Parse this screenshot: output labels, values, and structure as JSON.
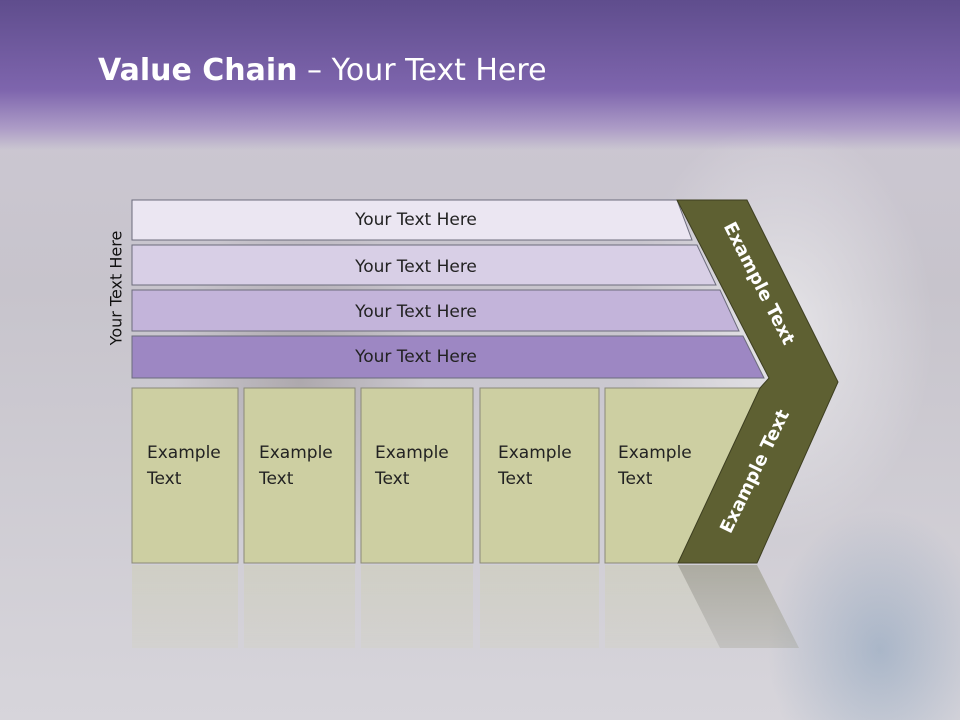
{
  "title": {
    "bold": "Value Chain",
    "rest": " – Your Text Here"
  },
  "side_label": "Your Text Here",
  "bars": [
    "Your Text Here",
    "Your Text Here",
    "Your Text Here",
    "Your Text Here"
  ],
  "boxes": [
    {
      "line1": "Example",
      "line2": "Text"
    },
    {
      "line1": "Example",
      "line2": "Text"
    },
    {
      "line1": "Example",
      "line2": "Text"
    },
    {
      "line1": "Example",
      "line2": "Text"
    },
    {
      "line1": "Example",
      "line2": "Text"
    }
  ],
  "arrow_labels": {
    "upper": "Example Text",
    "lower": "Example Text"
  },
  "colors": {
    "header": "#7e65ad",
    "bar1": "#ebe6f2",
    "bar2": "#d8cfe6",
    "bar3": "#c3b4da",
    "bar4": "#9d87c3",
    "box": "#cdcfa2",
    "arrow": "#5e6032"
  }
}
